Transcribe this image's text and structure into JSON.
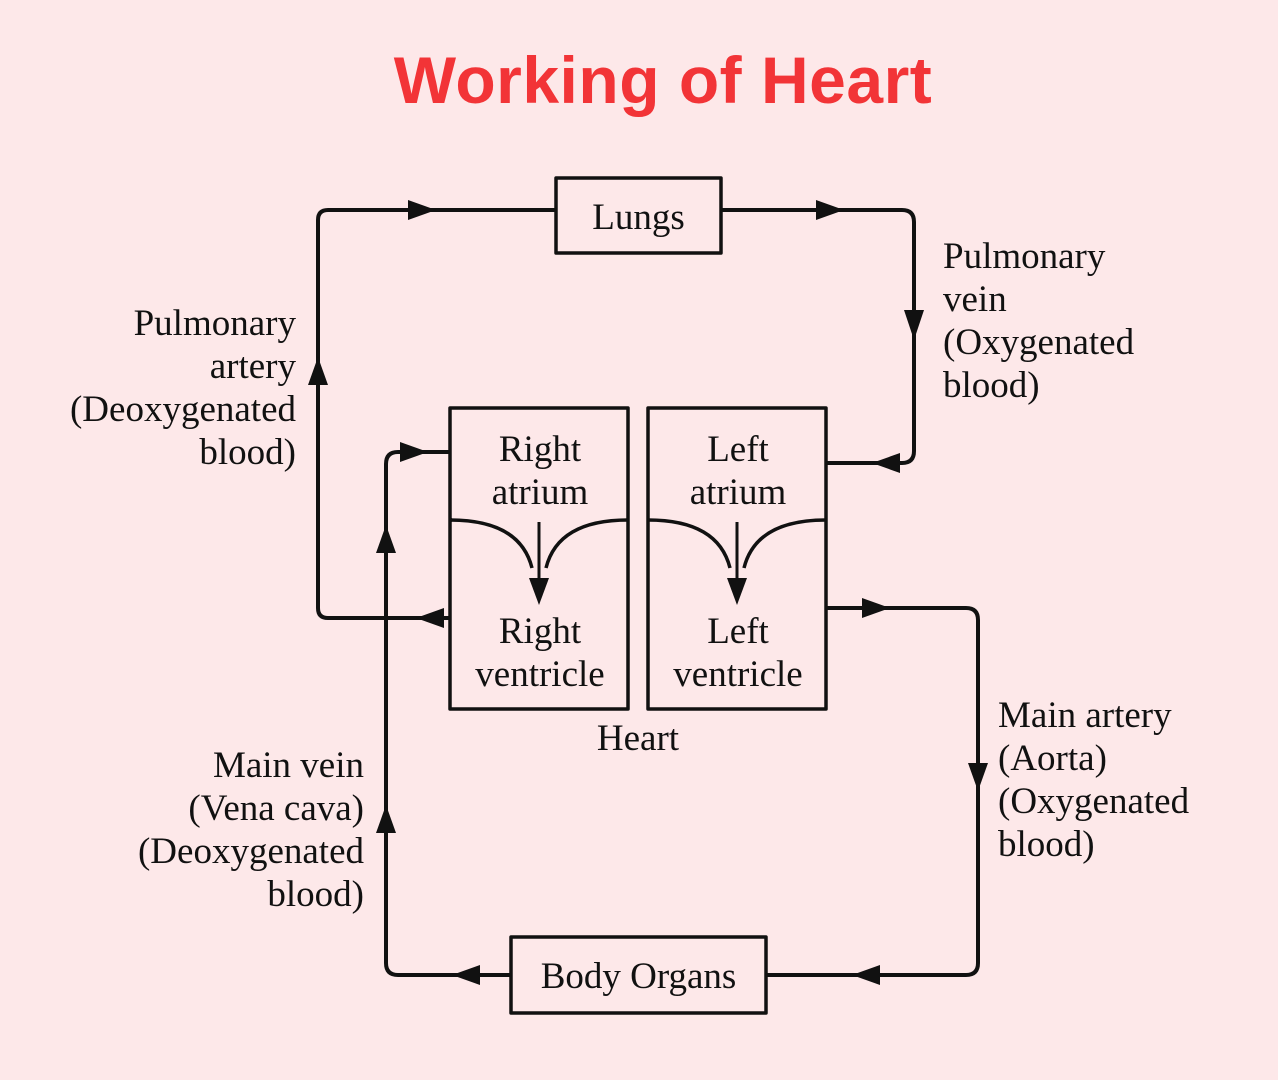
{
  "title": "Working of Heart",
  "colors": {
    "background": "#fde8e9",
    "title": "#f23437",
    "lines": "#111111"
  },
  "nodes": {
    "lungs": "Lungs",
    "body_organs": "Body Organs",
    "heart": "Heart",
    "right_atrium": [
      "Right",
      "atrium"
    ],
    "left_atrium": [
      "Left",
      "atrium"
    ],
    "right_ventricle": [
      "Right",
      "ventricle"
    ],
    "left_ventricle": [
      "Left",
      "ventricle"
    ]
  },
  "vessels": {
    "pulmonary_artery": [
      "Pulmonary",
      "artery",
      "(Deoxygenated",
      "blood)"
    ],
    "pulmonary_vein": [
      "Pulmonary",
      "vein",
      "(Oxygenated",
      "blood)"
    ],
    "main_vein": [
      "Main vein",
      "(Vena cava)",
      "(Deoxygenated",
      "blood)"
    ],
    "main_artery": [
      "Main artery",
      "(Aorta)",
      "(Oxygenated",
      "blood)"
    ]
  },
  "flows": [
    {
      "from": "Right ventricle",
      "to": "Lungs",
      "via": "Pulmonary artery"
    },
    {
      "from": "Lungs",
      "to": "Left atrium",
      "via": "Pulmonary vein"
    },
    {
      "from": "Left atrium",
      "to": "Left ventricle",
      "via": ""
    },
    {
      "from": "Left ventricle",
      "to": "Body Organs",
      "via": "Main artery (Aorta)"
    },
    {
      "from": "Body Organs",
      "to": "Right atrium",
      "via": "Main vein (Vena cava)"
    },
    {
      "from": "Right atrium",
      "to": "Right ventricle",
      "via": ""
    }
  ]
}
